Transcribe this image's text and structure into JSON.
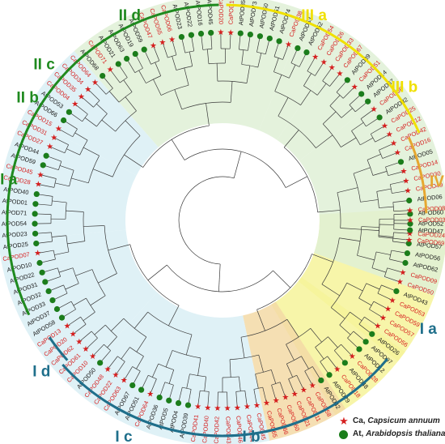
{
  "colors": {
    "ca_label": "#d62020",
    "at_label": "#1a1a1a",
    "star": "#d62020",
    "dot": "#1b7d1b",
    "branch": "#3a3a3a"
  },
  "leaves": [
    "AtPOD60",
    "AtPOD52",
    "CaPOD24",
    "AtPOD57",
    "AtPOD56",
    "AtPOD62",
    "CaPOD09",
    "CaPOD50",
    "AtPOD43",
    "CaPOD53",
    "CaPOD59",
    "CaPOD57",
    "CaPOD56",
    "AtPOD26",
    "AtPOD07",
    "AtPOD12",
    "CaPOD28",
    "AtPOD48",
    "CaPOD18",
    "AtPOD29",
    "AtPOD42",
    "CaPOD58",
    "CaPOD11",
    "CaPOD21",
    "CaPOD60",
    "CaPOD66",
    "CaPOD65",
    "CaPOD45",
    "CaPOD44",
    "CaPOD46",
    "CaPOD43",
    "CaPOD42",
    "CaPOD40",
    "CaPOD41",
    "AtPOD39",
    "AtPOD4",
    "AtPOD5",
    "AtPOD36",
    "CaPOD64",
    "AtPOD51",
    "AtPOD67",
    "CaPOD63",
    "CaPOD22",
    "CaPOD48",
    "AtPOD50",
    "CaPOD10",
    "CaPOD61",
    "CaPOD62",
    "CaPOD20",
    "CaPOD13",
    "AtPOD58",
    "AtPOD37",
    "AtPOD33",
    "AtPOD32",
    "AtPOD31",
    "AtPOD22",
    "AtPOD10",
    "CaPOD07",
    "AtPOD25",
    "AtPOD23",
    "AtPOD54",
    "AtPOD71",
    "AtPOD01",
    "AtPOD40",
    "CaPOD28",
    "CaPOD45",
    "AtPOD59",
    "AtPOD44",
    "CaPOD27",
    "CaPOD31",
    "CaPOD15",
    "AtPOD66",
    "AtPOD53",
    "CaPOD04",
    "CaPOD35",
    "CaPOD34",
    "CaPOD64",
    "AtPOD68",
    "CaPOD71",
    "AtPOD21",
    "AtPOD63",
    "AtPOD19",
    "AtPOD59",
    "CaPOD47",
    "CaPOD55",
    "CaPOD06",
    "AtPOD23",
    "AtPOD22",
    "AtPOD16",
    "AtPOD45",
    "CaPOD20",
    "CaPOD19",
    "AtPOD35",
    "AtPOD73",
    "AtPOD50",
    "AtPOD51",
    "AtPOD74",
    "CaPOD38",
    "AtPOD53",
    "AtPOD52",
    "CaPOD54",
    "CaPOD26",
    "CaPOD33",
    "CaPOD67",
    "AtPOD39",
    "CaPOD51",
    "AtPOD14",
    "AtPOD67",
    "CaPOD36",
    "AtPOD32",
    "CaPOD25",
    "CaPOD12",
    "CaPOD42",
    "CaPOD16",
    "AtPOD05",
    "CaPOD14",
    "CaPOD30",
    "CaPOD49",
    "AtPOD06",
    "CaPOD08",
    "CaPOD03",
    "AtPOD47",
    "CaPOD69"
  ],
  "groups": [
    "III a",
    "III b",
    "IV",
    "I a",
    "I b",
    "I c",
    "I d",
    "II a",
    "II b",
    "II c",
    "II d"
  ],
  "legend": {
    "ca_abbr": "Ca,",
    "ca_species": "Capsicum annuum",
    "at_abbr": "At,",
    "at_species": "Arabidopsis thaliana"
  }
}
